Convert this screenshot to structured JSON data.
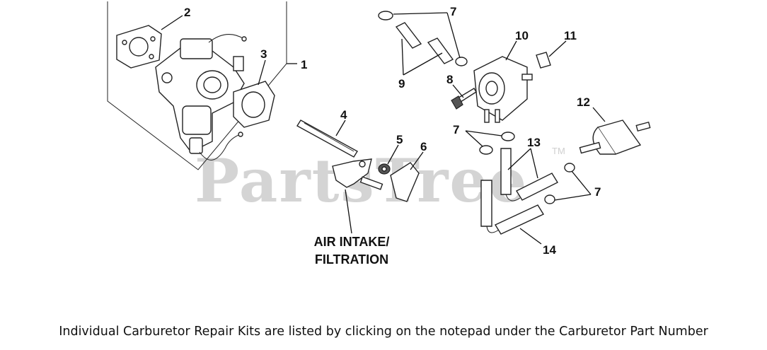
{
  "watermark": {
    "text": "PartsTree",
    "tm": "TM"
  },
  "callouts": {
    "c1": "1",
    "c2": "2",
    "c3": "3",
    "c4": "4",
    "c5": "5",
    "c6": "6",
    "c7a": "7",
    "c7b": "7",
    "c7c": "7",
    "c8": "8",
    "c9": "9",
    "c10": "10",
    "c11": "11",
    "c12": "12",
    "c13": "13",
    "c14": "14"
  },
  "labels": {
    "air_intake_line1": "AIR INTAKE/",
    "air_intake_line2": "FILTRATION"
  },
  "footer": {
    "note": "Individual Carburetor Repair Kits are listed by clicking on the notepad under the Carburetor Part Number"
  }
}
